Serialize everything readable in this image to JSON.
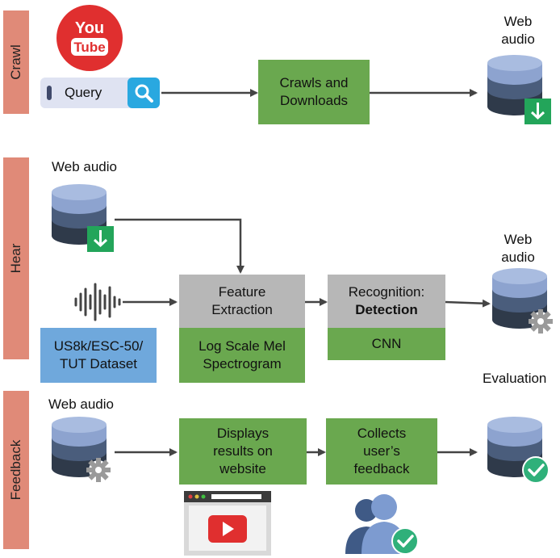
{
  "stages": {
    "crawl": "Crawl",
    "hear": "Hear",
    "feedback": "Feedback"
  },
  "crawl": {
    "youtube_you": "You",
    "youtube_tube": "Tube",
    "query": "Query",
    "process": [
      "Crawls and",
      "Downloads"
    ],
    "output_label": [
      "Web",
      "audio"
    ]
  },
  "hear": {
    "input_label": "Web audio",
    "feature": [
      "Feature",
      "Extraction"
    ],
    "feature_sub": [
      "Log Scale Mel",
      "Spectrogram"
    ],
    "recog": "Recognition:",
    "recog_bold": "Detection",
    "recog_sub": "CNN",
    "dataset": [
      "US8k/ESC-50/",
      "TUT Dataset"
    ],
    "output_label": [
      "Web",
      "audio"
    ]
  },
  "feedback": {
    "evaluation": "Evaluation",
    "input_label": "Web audio",
    "displays": [
      "Displays",
      "results on",
      "website"
    ],
    "collects": [
      "Collects",
      "user’s",
      "feedback"
    ]
  },
  "colors": {
    "stage": "#e08a78",
    "process": "#6aa84f",
    "grey": "#b7b7b7",
    "dataset": "#6fa8dc"
  }
}
